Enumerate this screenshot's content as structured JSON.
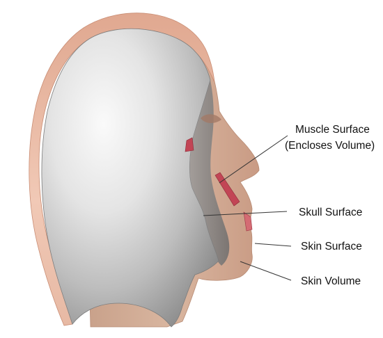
{
  "labels": {
    "muscle_line1": "Muscle Surface",
    "muscle_line2": "(Encloses Volume)",
    "skull": "Skull Surface",
    "skin_surface": "Skin Surface",
    "skin_volume": "Skin Volume"
  },
  "colors": {
    "skin_outer": "#d3aa93",
    "skin_rim": "#e8b49d",
    "skull_light": "#f4f4f4",
    "skull_mid": "#cfcfcf",
    "skull_dark": "#7c7c7c",
    "muscle": "#c24555",
    "leader_line": "#333333"
  }
}
